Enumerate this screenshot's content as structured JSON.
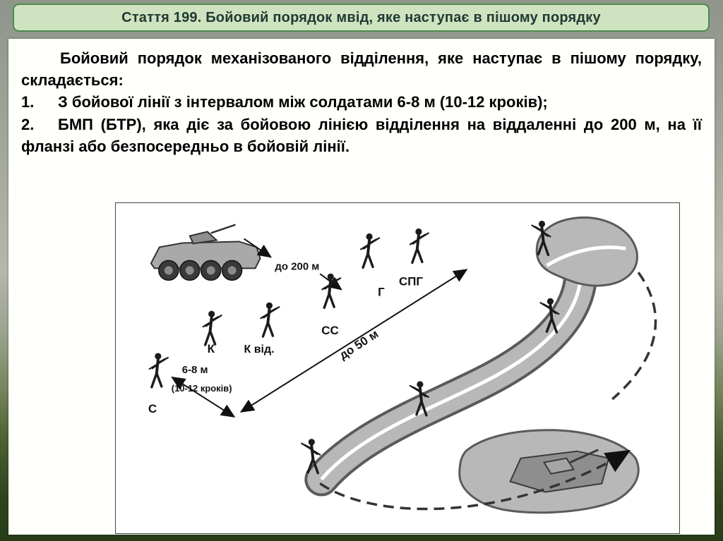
{
  "title": "Стаття 199. Бойовий порядок мвід, яке наступає в пішому порядку",
  "body": {
    "intro": "Бойовий порядок механізованого відділення, яке наступає в пішому порядку, складається:",
    "item1_num": "1.",
    "item1_text": "З бойової лінії з інтервалом між солдатами 6-8 м (10-12 кроків);",
    "item2_num": "2.",
    "item2_text": "БМП (БТР), яка діє за бойовою лінією відділення на віддаленні до 200 м, на її фланзі або безпосередньо в бойовій лінії."
  },
  "diagram": {
    "labels": {
      "dist200": "до 200 м",
      "g": "Г",
      "spg": "СПГ",
      "ss": "СС",
      "k": "К",
      "kvid": "К від.",
      "interval": "6-8 м",
      "steps": "(10-12 кроків)",
      "s": "С",
      "dist50": "до 50 м"
    }
  },
  "colors": {
    "title_bg": "#cfe3c0",
    "title_border": "#4c8a50",
    "panel_bg": "#fffffb"
  }
}
